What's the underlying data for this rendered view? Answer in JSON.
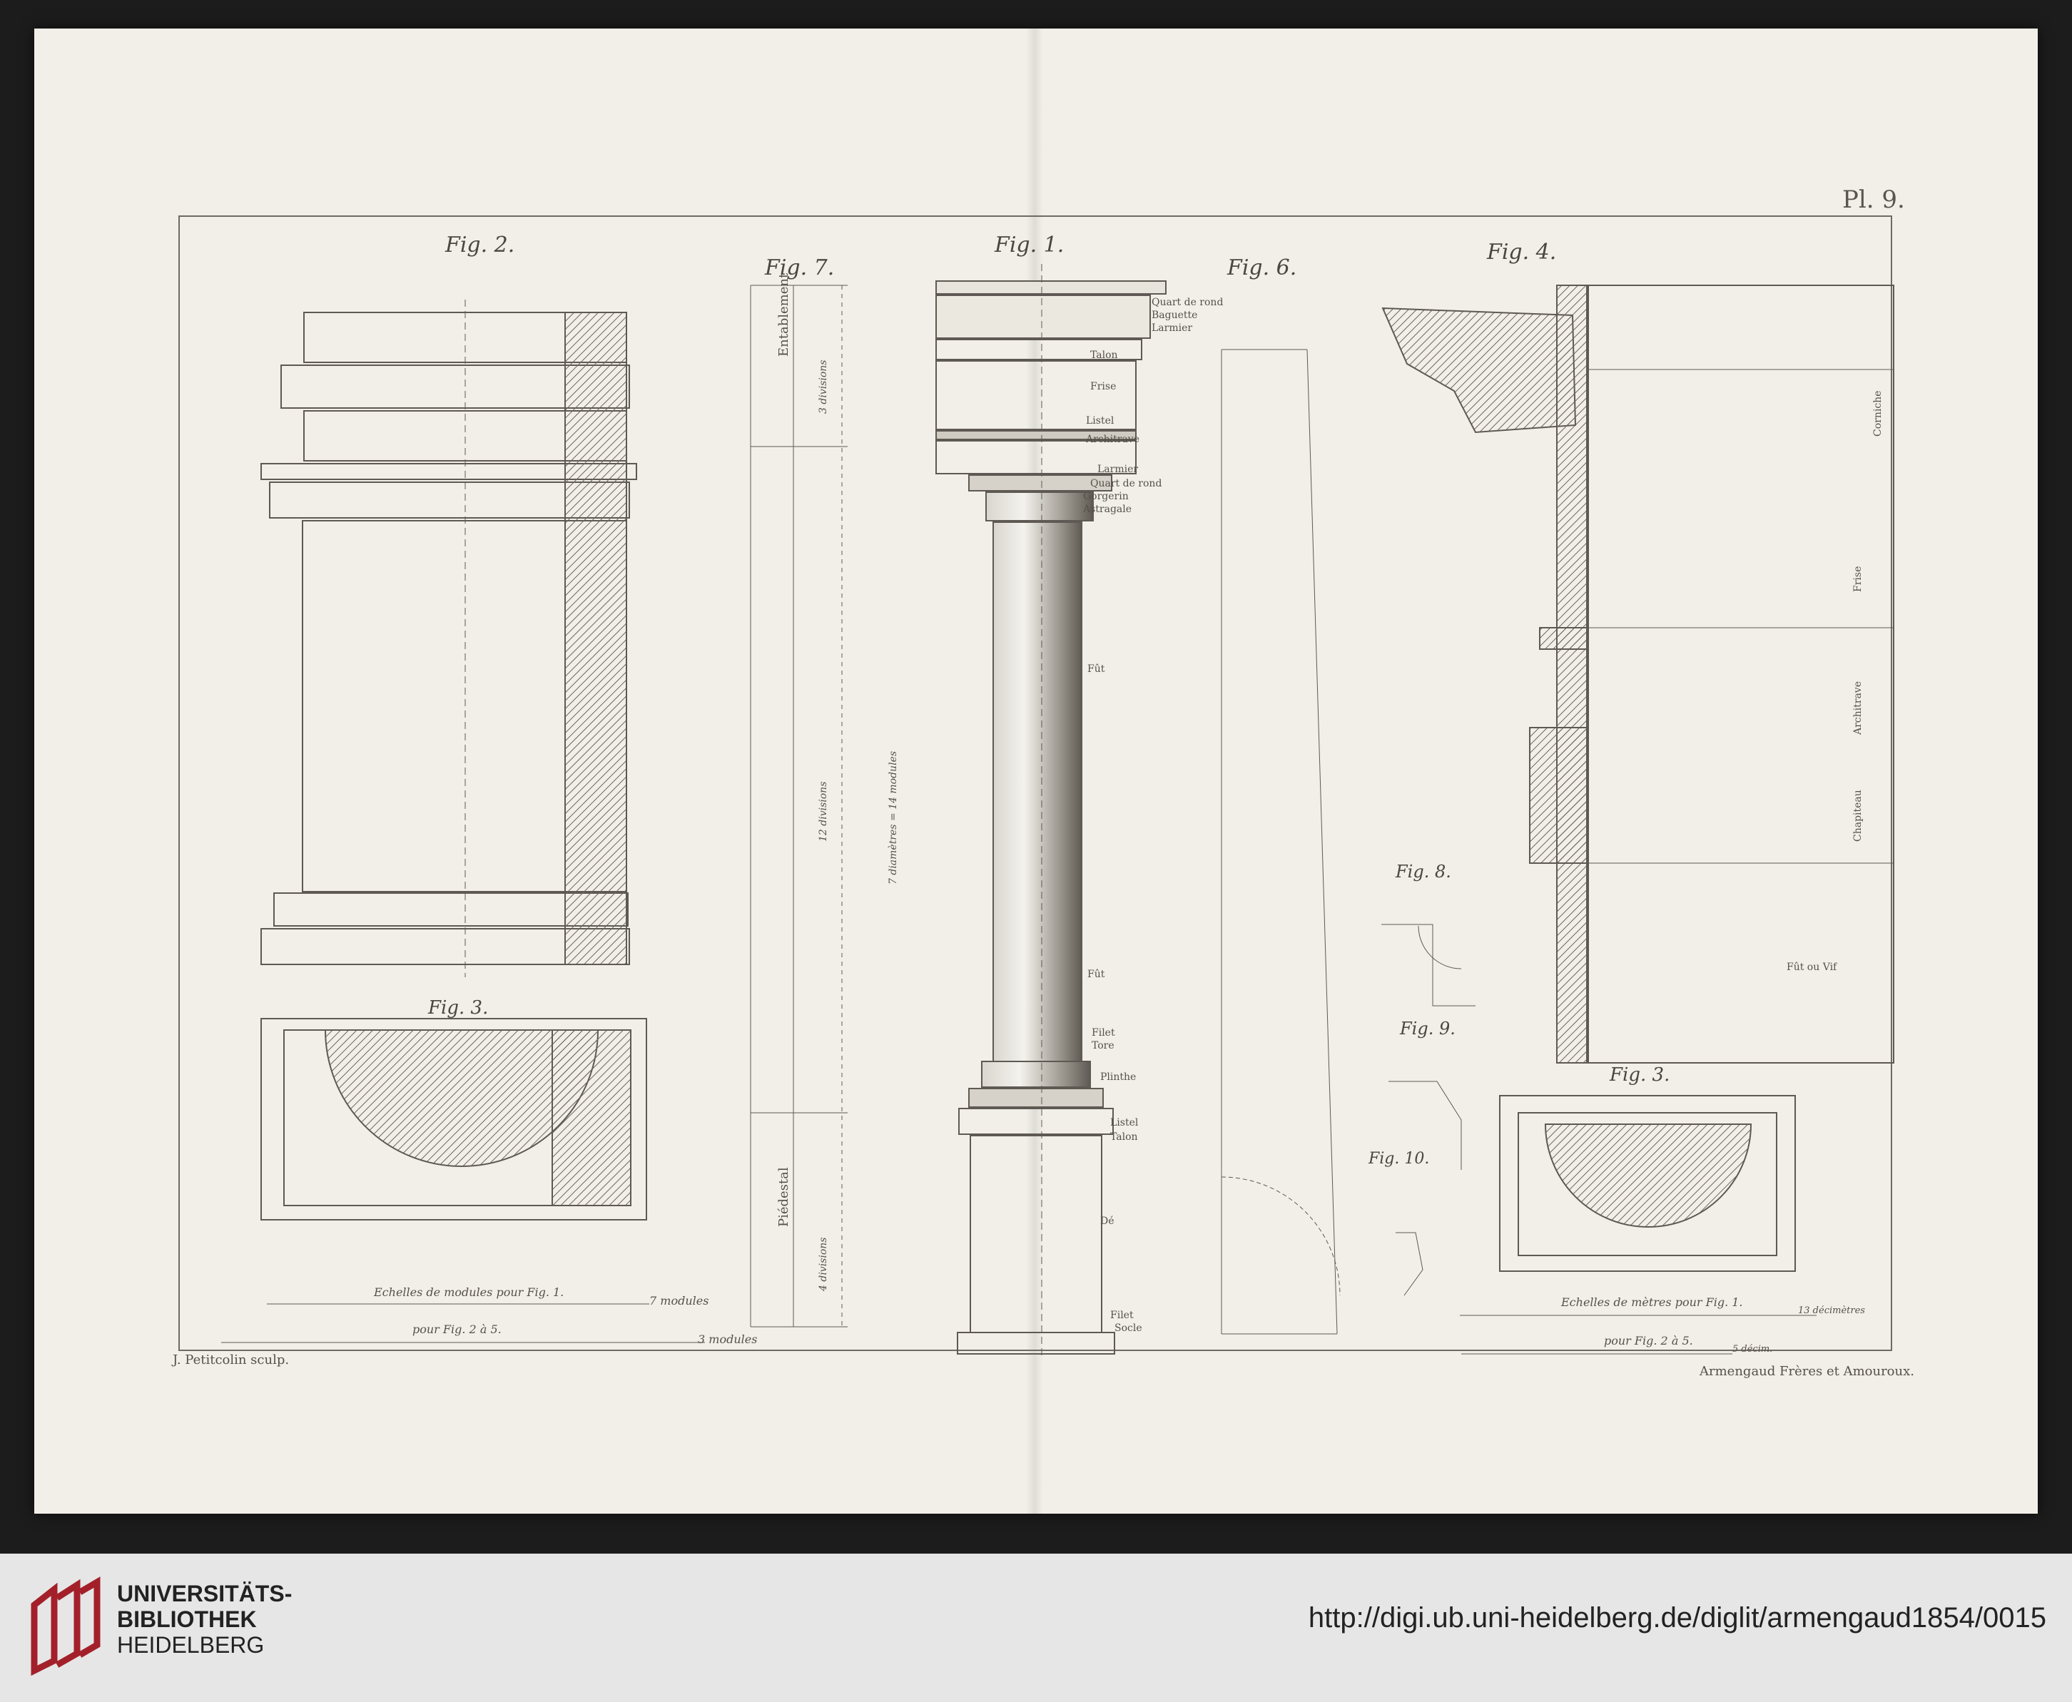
{
  "plate": {
    "plate_number": "Pl. 9.",
    "engraver": "J. Petitcolin sculp.",
    "publisher": "Armengaud Frères et Amouroux."
  },
  "figures": {
    "fig1": "Fig. 1.",
    "fig2": "Fig. 2.",
    "fig3a": "Fig. 3.",
    "fig3b": "Fig. 3.",
    "fig4": "Fig. 4.",
    "fig6": "Fig. 6.",
    "fig7": "Fig. 7.",
    "fig8": "Fig. 8.",
    "fig9": "Fig. 9.",
    "fig10": "Fig. 10."
  },
  "column_labels": [
    "Quart de rond",
    "Baguette",
    "Larmier",
    "Talon",
    "Frise",
    "Listel",
    "Architrave",
    "Larmier",
    "Quart de rond",
    "Gorgerin",
    "Astragale",
    "Fût",
    "Fût",
    "Filet",
    "Tore",
    "Plinthe",
    "Listel",
    "Talon",
    "Dé",
    "Filet",
    "Socle"
  ],
  "fig7_labels": {
    "entablement": "Entablement",
    "piedestal": "Piédestal",
    "three_divisions": "3 divisions",
    "twelve_divisions": "12 divisions",
    "four_divisions": "4 divisions",
    "seven_diam": "7 diamètres = 14 modules"
  },
  "fig4_side_labels": [
    "Corniche",
    "Frise",
    "Architrave",
    "Chapiteau"
  ],
  "fig4_labels": {
    "fut": "Fût ou Vif"
  },
  "scales": {
    "left_main": "Echelles de modules pour Fig. 1.",
    "left_sub": "pour Fig. 2 à 5.",
    "left_end1": "7 modules",
    "left_end2": "3 modules",
    "right_main": "Echelles de mètres pour Fig. 1.",
    "right_sub": "pour Fig. 2 à 5.",
    "right_end1": "13 décimètres",
    "right_end2": "5 décim."
  },
  "footer": {
    "library_line1": "UNIVERSITÄTS-",
    "library_line2": "BIBLIOTHEK",
    "library_line3": "HEIDELBERG",
    "url": "http://digi.ub.uni-heidelberg.de/diglit/armengaud1854/0015"
  },
  "colors": {
    "paper": "#f1efe8",
    "ink": "#4a4640",
    "brand": "#a3202a"
  }
}
